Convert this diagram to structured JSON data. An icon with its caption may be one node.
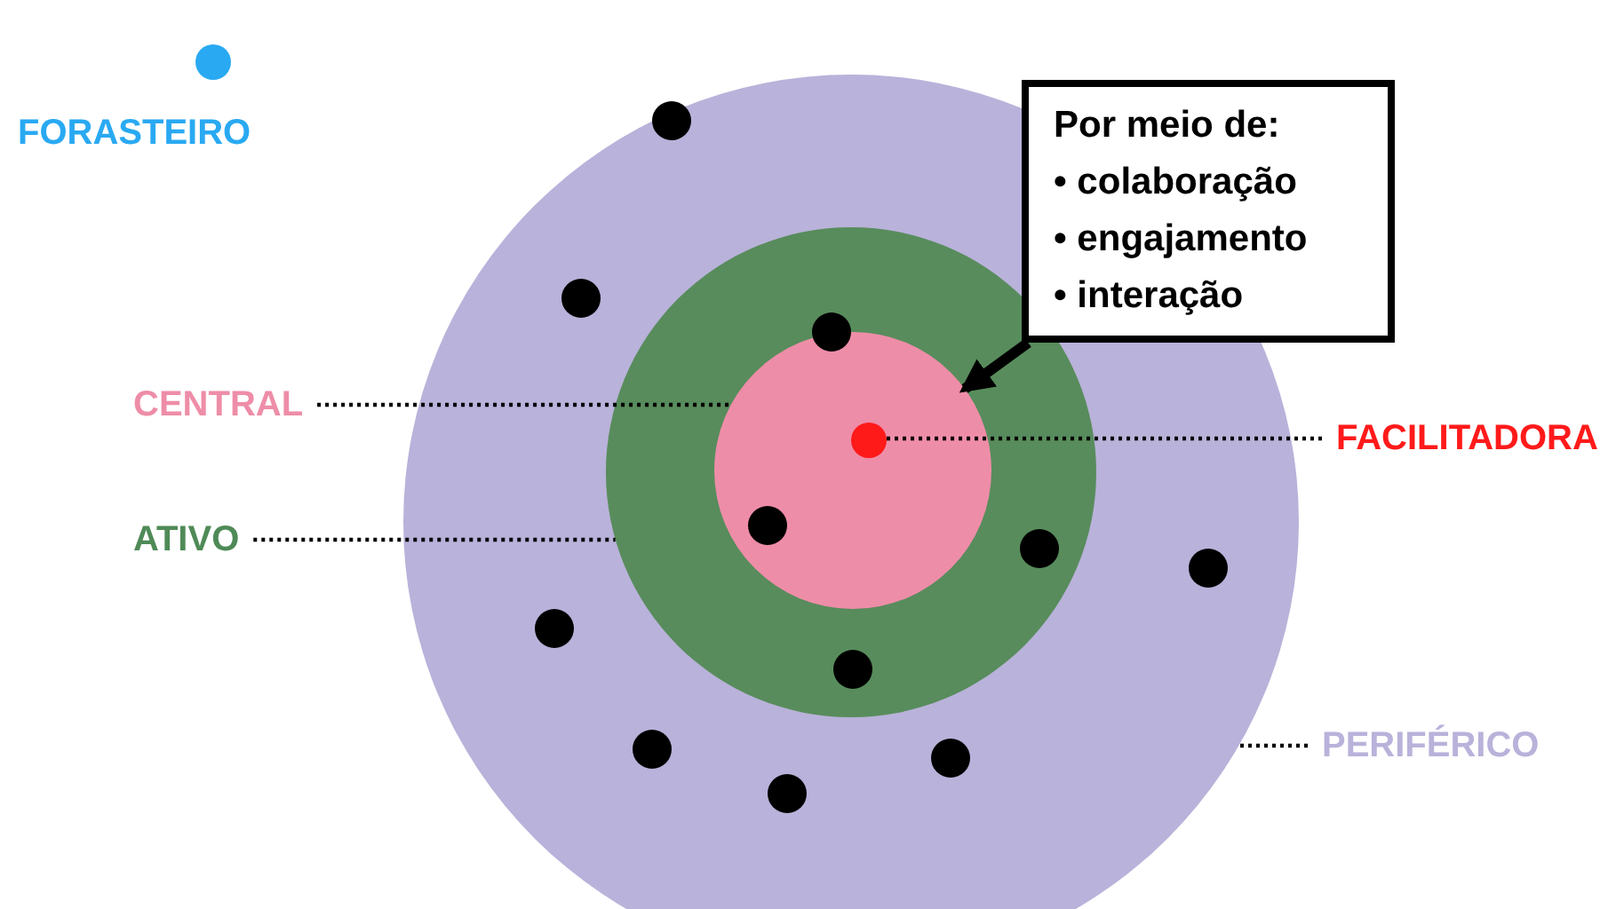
{
  "diagram": {
    "nodes": [
      {
        "text": [],
        "shape": "circle",
        "beside": [
          "FORASTEIRO"
        ]
      },
      {
        "text": [],
        "shape": "circle"
      },
      {
        "text": [],
        "shape": "circle",
        "in": 1
      },
      {
        "text": [],
        "shape": "circle",
        "in": 2
      },
      {
        "text": [],
        "shape": "circle",
        "in": 3
      },
      {
        "text": [
          "Por meio de:",
          "• colaboração",
          "• engajamento",
          "• interação"
        ]
      },
      {
        "text": [
          "CENTRAL"
        ]
      },
      {
        "text": [
          "ATIVO"
        ]
      },
      {
        "text": [
          "FACILITADORA"
        ]
      },
      {
        "text": [
          "PERIFÉRICO"
        ]
      },
      {
        "text": [],
        "shape": "circle",
        "in": 1
      },
      {
        "text": [],
        "shape": "circle",
        "in": 1
      },
      {
        "text": [],
        "shape": "circle",
        "in": 2
      },
      {
        "text": [],
        "shape": "circle",
        "in": 3
      },
      {
        "text": [],
        "shape": "circle",
        "in": 2
      },
      {
        "text": [],
        "shape": "circle",
        "in": 1
      },
      {
        "text": [],
        "shape": "circle",
        "in": 1
      },
      {
        "text": [],
        "shape": "circle",
        "in": 2
      },
      {
        "text": [],
        "shape": "circle",
        "in": 1
      },
      {
        "text": [],
        "shape": "circle",
        "in": 1
      },
      {
        "text": [],
        "shape": "circle",
        "in": 1
      }
    ],
    "edges": [
      {
        "from": 5,
        "to": 3,
        "arrow": "to",
        "style": "thick"
      },
      {
        "from": 6,
        "to": 3,
        "arrow": "none",
        "style": "dashed"
      },
      {
        "from": 7,
        "to": 2,
        "arrow": "none",
        "style": "dashed"
      },
      {
        "from": 8,
        "to": 4,
        "arrow": "none",
        "style": "dashed"
      },
      {
        "from": 9,
        "to": 1,
        "arrow": "none",
        "style": "dashed"
      }
    ]
  }
}
